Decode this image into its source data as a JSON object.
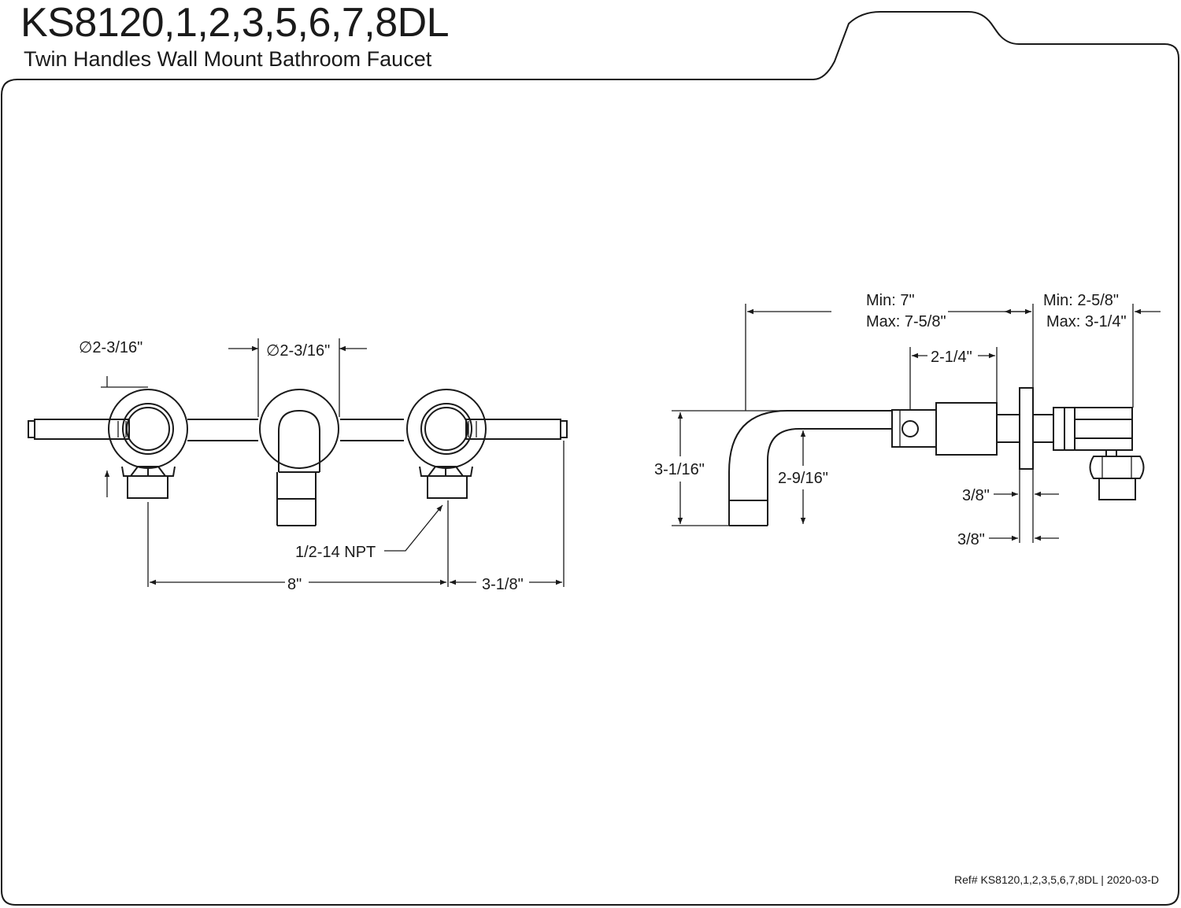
{
  "header": {
    "title": "KS8120,1,2,3,5,6,7,8DL",
    "subtitle": "Twin Handles Wall Mount Bathroom Faucet"
  },
  "front_view": {
    "handle_diameter": "∅2-3/16\"",
    "spout_flange_diameter": "∅2-3/16\"",
    "connection": "1/2-14 NPT",
    "center_spacing": "8\"",
    "handle_overhang": "3-1/8\""
  },
  "side_view": {
    "wall_thickness_min": "Min: 7\"",
    "wall_thickness_max": "Max: 7-5/8\"",
    "valve_body_min": "Min: 2-5/8\"",
    "valve_body_max": "Max: 3-1/4\"",
    "sleeve_length": "2-1/4\"",
    "spout_height": "3-1/16\"",
    "spout_drop": "2-9/16\"",
    "flange_gap_1": "3/8\"",
    "flange_gap_2": "3/8\""
  },
  "footer": {
    "ref": "Ref# KS8120,1,2,3,5,6,7,8DL | 2020-03-D"
  }
}
